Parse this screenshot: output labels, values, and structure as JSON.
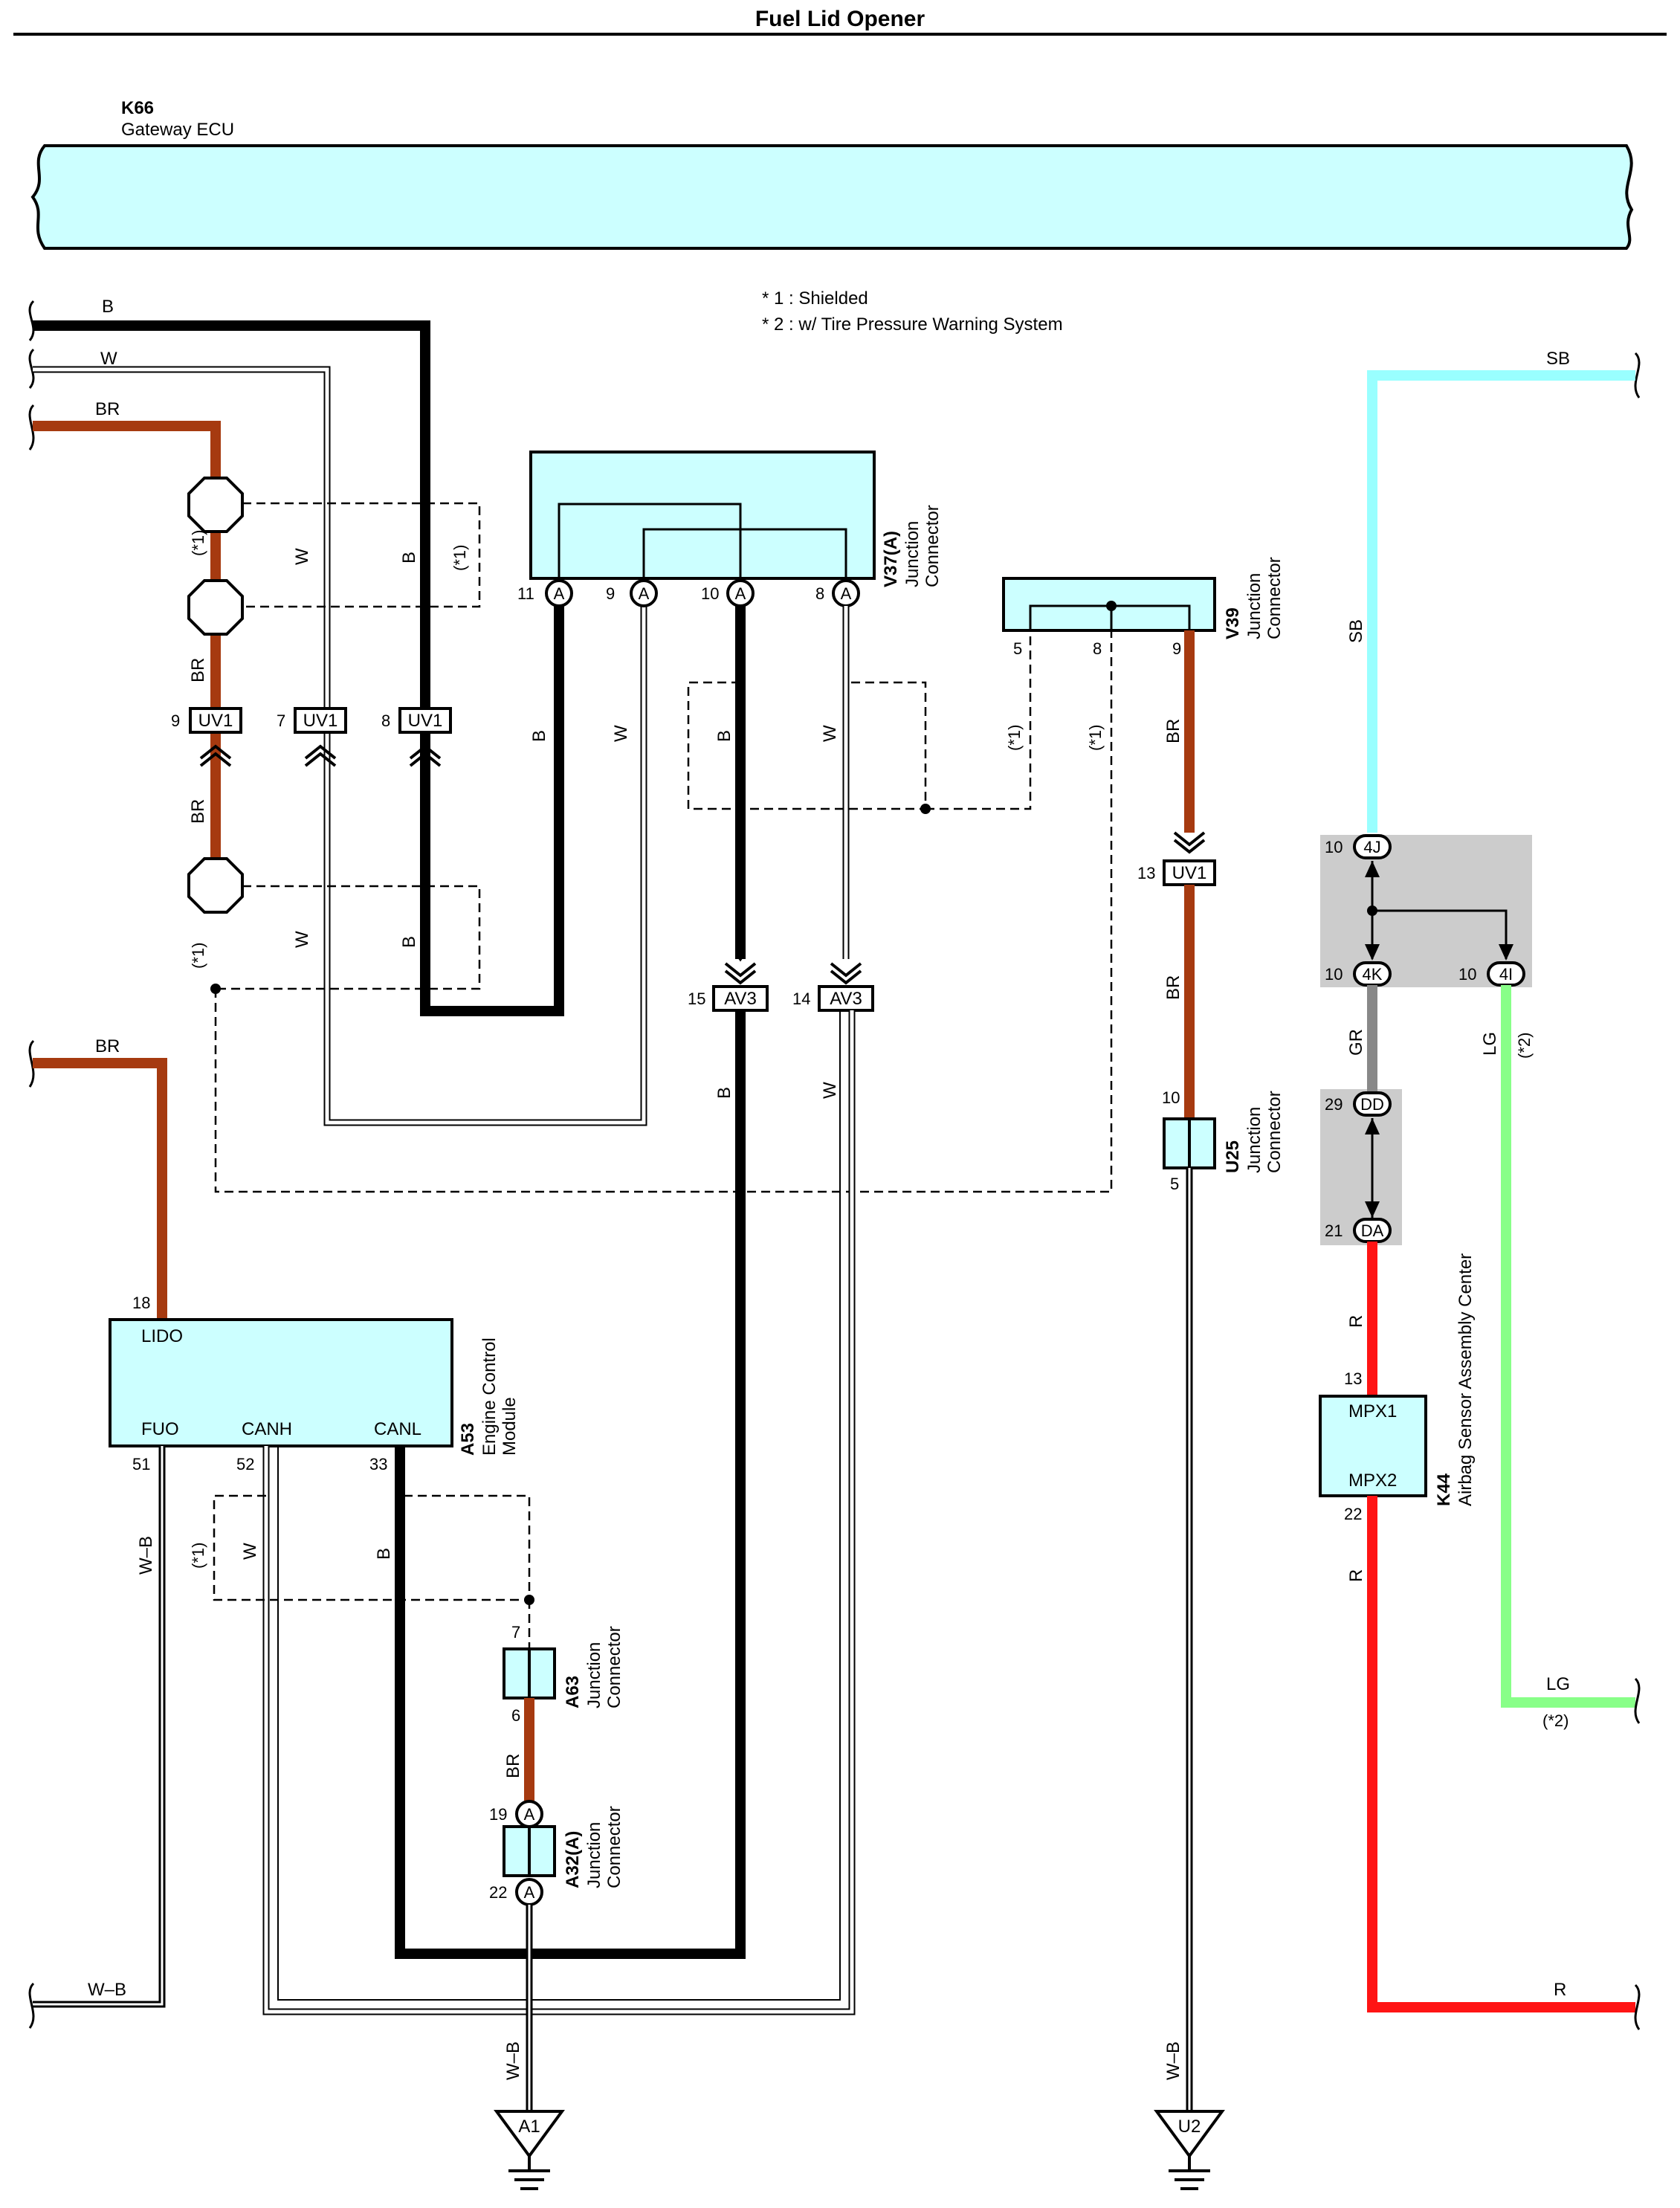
{
  "title": "Fuel Lid Opener",
  "notes": [
    "* 1 : Shielded",
    "* 2 : w/ Tire Pressure Warning System"
  ],
  "colors": {
    "ecu_fill": "#ccffff",
    "B": "#000000",
    "W": "#ffffff",
    "BR": "#a63a10",
    "SB": "#99ffff",
    "GR": "#888888",
    "LG": "#88ff88",
    "R": "#ff1414",
    "shade": "#cccccc"
  },
  "components": {
    "k66": {
      "code": "K66",
      "name": "Gateway ECU"
    },
    "v37": {
      "code": "V37(A)",
      "name1": "Junction",
      "name2": "Connector"
    },
    "v39": {
      "code": "V39",
      "name1": "Junction",
      "name2": "Connector"
    },
    "u25": {
      "code": "U25",
      "name1": "Junction",
      "name2": "Connector"
    },
    "a53": {
      "code": "A53",
      "name1": "Engine Control",
      "name2": "Module",
      "pins": {
        "lido": "LIDO",
        "fuo": "FUO",
        "canh": "CANH",
        "canl": "CANL"
      }
    },
    "a63": {
      "code": "A63",
      "name1": "Junction",
      "name2": "Connector"
    },
    "a32": {
      "code": "A32(A)",
      "name1": "Junction",
      "name2": "Connector"
    },
    "k44": {
      "code": "K44",
      "name": "Airbag Sensor Assembly Center",
      "pins": {
        "mpx1": "MPX1",
        "mpx2": "MPX2"
      }
    }
  },
  "grounds": {
    "a1": "A1",
    "u2": "U2"
  },
  "connectors": {
    "uv1": "UV1",
    "av3": "AV3",
    "a": "A",
    "c4j": "4J",
    "c4k": "4K",
    "c4i": "4I",
    "cdd": "DD",
    "cda": "DA"
  },
  "wires": {
    "B": "B",
    "W": "W",
    "BR": "BR",
    "SB": "SB",
    "GR": "GR",
    "LG": "LG",
    "R": "R",
    "WB": "W–B",
    "s1": "(*1)",
    "s2": "(*2)"
  },
  "pins": {
    "p5": "5",
    "p6": "6",
    "p7": "7",
    "p8": "8",
    "p9": "9",
    "p10": "10",
    "p11": "11",
    "p13": "13",
    "p14": "14",
    "p15": "15",
    "p18": "18",
    "p19": "19",
    "p21": "21",
    "p22": "22",
    "p29": "29",
    "p33": "33",
    "p51": "51",
    "p52": "52"
  }
}
